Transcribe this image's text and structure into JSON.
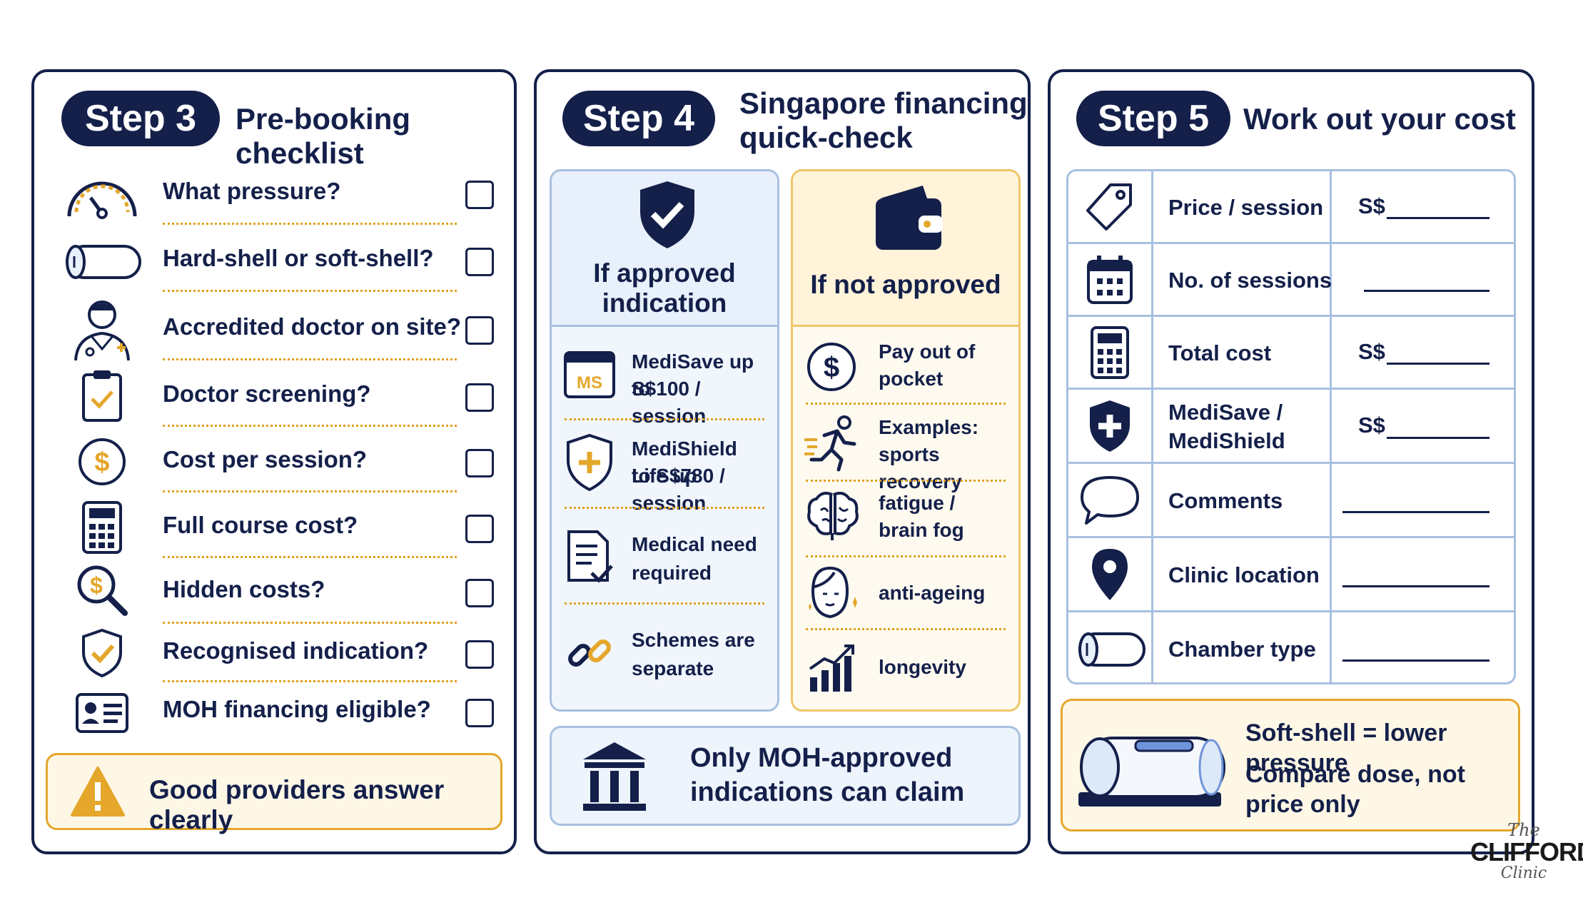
{
  "step3": {
    "badge": "Step 3",
    "title": "Pre-booking checklist",
    "items": [
      {
        "label": "What pressure?",
        "icon": "pressure-gauge-icon"
      },
      {
        "label": "Hard-shell or soft-shell?",
        "icon": "chamber-icon"
      },
      {
        "label": "Accredited doctor on site?",
        "icon": "doctor-icon"
      },
      {
        "label": "Doctor screening?",
        "icon": "clipboard-check-icon"
      },
      {
        "label": "Cost per session?",
        "icon": "dollar-coin-icon"
      },
      {
        "label": "Full course cost?",
        "icon": "calculator-icon"
      },
      {
        "label": "Hidden costs?",
        "icon": "magnifier-dollar-icon"
      },
      {
        "label": "Recognised indication?",
        "icon": "shield-check-icon"
      },
      {
        "label": "MOH financing eligible?",
        "icon": "id-card-icon"
      }
    ],
    "note": "Good providers answer clearly"
  },
  "step4": {
    "badge": "Step 4",
    "title_line1": "Singapore financing",
    "title_line2": "quick-check",
    "approved": {
      "title_line1": "If approved",
      "title_line2": "indication",
      "rows": [
        {
          "line1": "MediSave up to",
          "line2": "S$100 / session",
          "icon": "medisave-card-icon",
          "badge": "MS"
        },
        {
          "line1": "MediShield Life up",
          "line2": "to S$780 / session",
          "icon": "shield-plus-icon"
        },
        {
          "line1": "Medical need",
          "line2": "required",
          "icon": "document-check-icon"
        },
        {
          "line1": "Schemes are",
          "line2": "separate",
          "icon": "broken-link-icon"
        }
      ]
    },
    "not_approved": {
      "title": "If not approved",
      "rows": [
        {
          "line1": "Pay out of",
          "line2": "pocket",
          "icon": "dollar-coin-icon"
        },
        {
          "line1": "Examples:",
          "line2": "sports recovery",
          "icon": "runner-icon"
        },
        {
          "line1": "fatigue /",
          "line2": "brain fog",
          "icon": "brain-icon"
        },
        {
          "line1": "anti-ageing",
          "line2": "",
          "icon": "face-sparkle-icon"
        },
        {
          "line1": "longevity",
          "line2": "",
          "icon": "growth-chart-icon"
        }
      ]
    },
    "banner_line1": "Only MOH-approved",
    "banner_line2": "indications can claim"
  },
  "step5": {
    "badge": "Step 5",
    "title": "Work out your cost",
    "rows": [
      {
        "label_line1": "Price / session",
        "label_line2": "",
        "currency": "S$",
        "icon": "price-tag-icon"
      },
      {
        "label_line1": "No. of sessions",
        "label_line2": "",
        "currency": "",
        "icon": "calendar-icon"
      },
      {
        "label_line1": "Total cost",
        "label_line2": "",
        "currency": "S$",
        "icon": "calculator-icon"
      },
      {
        "label_line1": "MediSave /",
        "label_line2": "MediShield",
        "currency": "S$",
        "icon": "shield-plus-icon"
      },
      {
        "label_line1": "Comments",
        "label_line2": "",
        "currency": "",
        "icon": "speech-bubble-icon"
      },
      {
        "label_line1": "Clinic location",
        "label_line2": "",
        "currency": "",
        "icon": "location-pin-icon"
      },
      {
        "label_line1": "Chamber type",
        "label_line2": "",
        "currency": "",
        "icon": "chamber-icon"
      }
    ],
    "tip_line1": "Soft-shell = lower pressure",
    "tip_line2": "Compare dose, not",
    "tip_line3": "price only"
  },
  "logo": {
    "line1": "The",
    "line2": "CLIFFORD",
    "line3": "Clinic"
  },
  "colors": {
    "navy": "#14204a",
    "gold": "#e4a72b",
    "light_blue": "#e8f0fb",
    "light_orange": "#fff3da"
  }
}
